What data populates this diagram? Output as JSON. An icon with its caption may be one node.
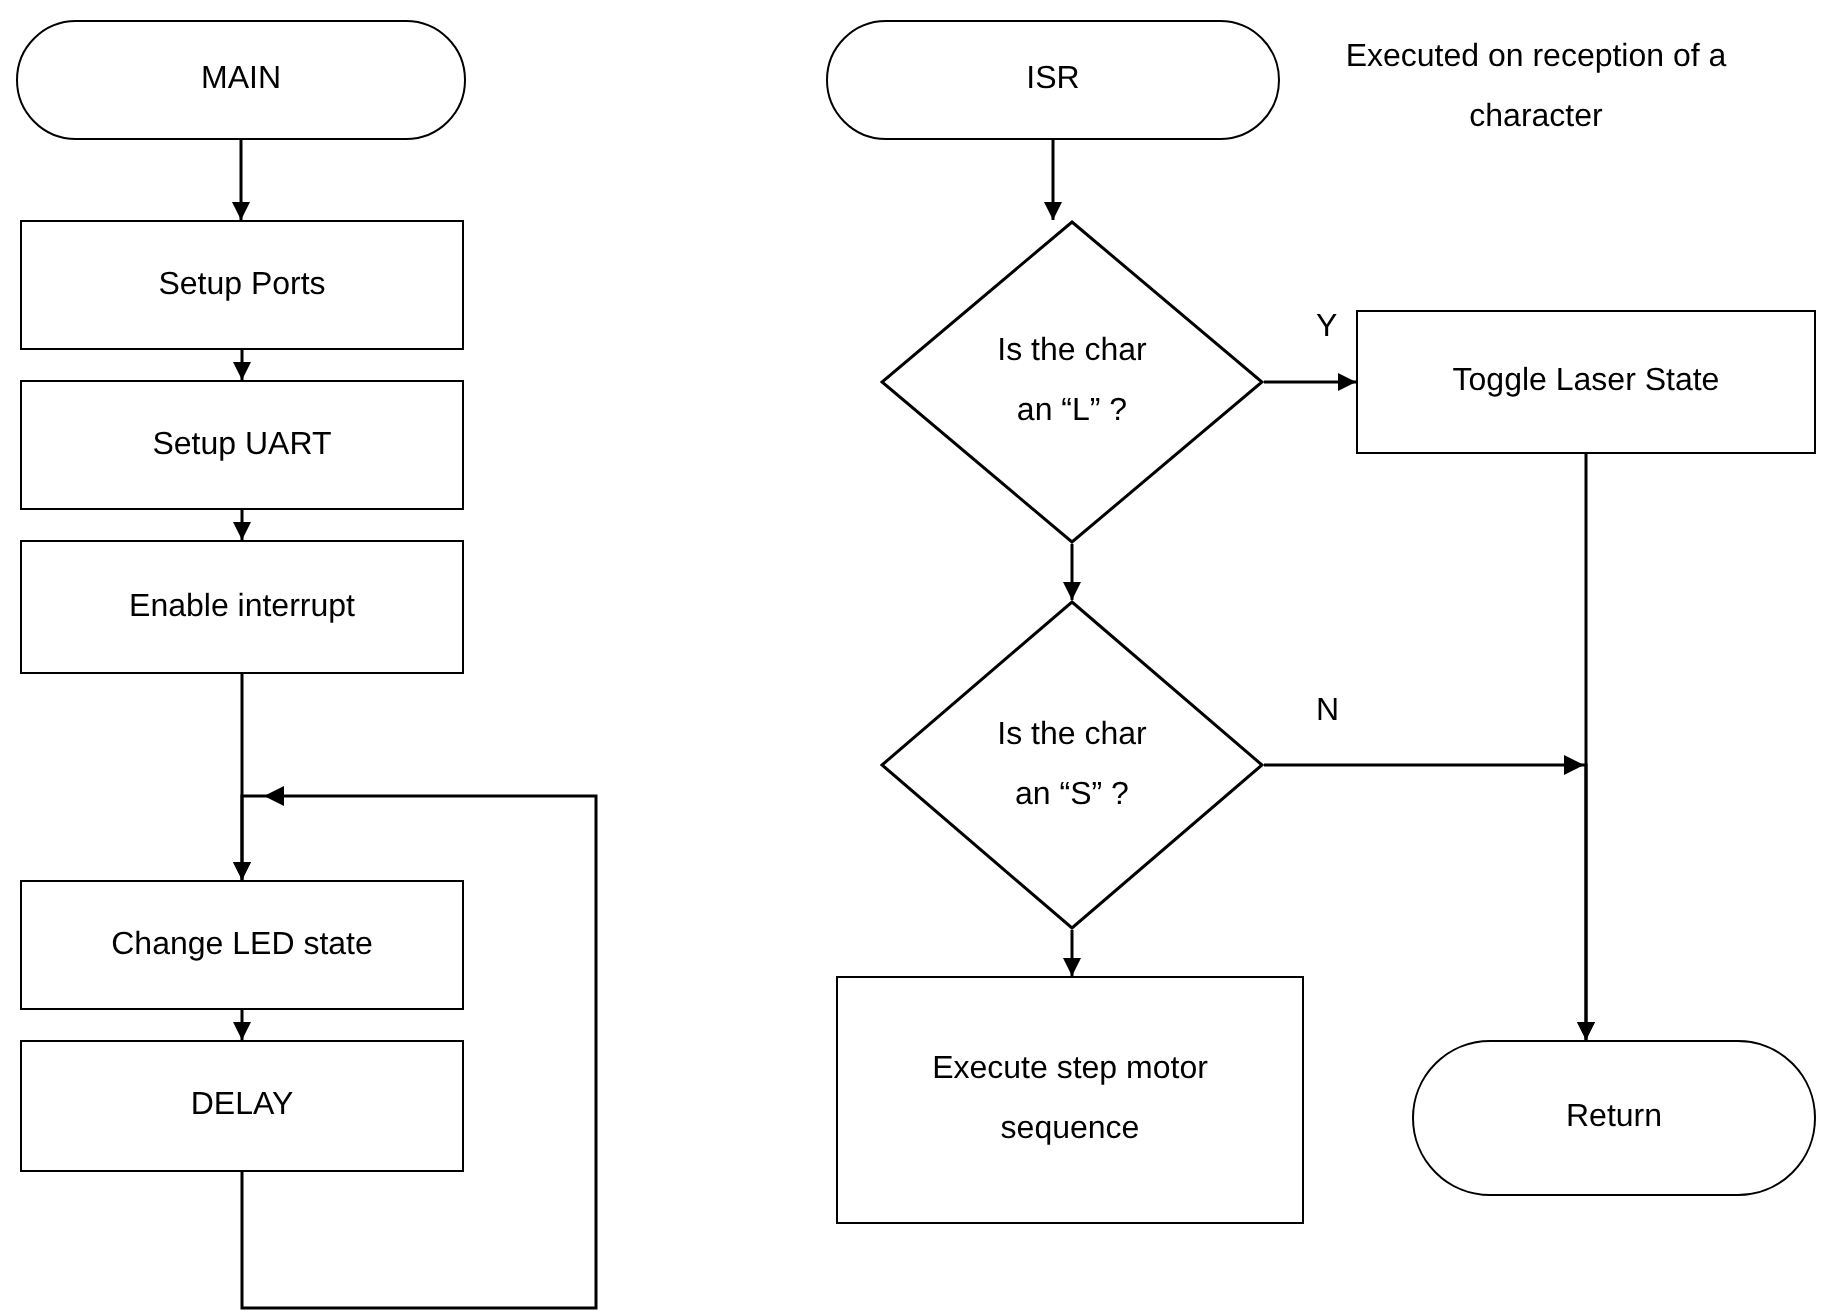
{
  "diagram": {
    "nodes": [
      {
        "text": [
          "MAIN"
        ]
      },
      {
        "text": [
          "Setup Ports"
        ]
      },
      {
        "text": [
          "Setup UART"
        ]
      },
      {
        "text": [
          "Enable interrupt"
        ]
      },
      {
        "text": [
          "Change LED state"
        ]
      },
      {
        "text": [
          "DELAY"
        ]
      },
      {
        "text": [
          "ISR"
        ],
        "beside": [
          "Executed on reception of a character"
        ]
      },
      {
        "text": [
          "Is the char an “L” ?"
        ]
      },
      {
        "text": [
          "Toggle Laser State"
        ]
      },
      {
        "text": [
          "Is the char an “S” ?"
        ]
      },
      {
        "text": [
          "Execute step motor sequence"
        ]
      },
      {
        "text": [
          "Return"
        ]
      }
    ],
    "edges": [
      {
        "from": 0,
        "to": 1,
        "arrow": "to"
      },
      {
        "from": 1,
        "to": 2,
        "arrow": "to"
      },
      {
        "from": 2,
        "to": 3,
        "arrow": "to"
      },
      {
        "from": 3,
        "to": 4,
        "arrow": "to"
      },
      {
        "from": 4,
        "to": 5,
        "arrow": "to"
      },
      {
        "from": 5,
        "to": 4,
        "arrow": "to"
      },
      {
        "from": 6,
        "to": 7,
        "arrow": "to"
      },
      {
        "from": 7,
        "to": 8,
        "arrow": "to",
        "label": "Y"
      },
      {
        "from": 7,
        "to": 9,
        "arrow": "to"
      },
      {
        "from": 9,
        "to": 10,
        "arrow": "to"
      },
      {
        "from": 9,
        "to": 11,
        "arrow": "to",
        "label": "N"
      },
      {
        "from": 8,
        "to": 11,
        "arrow": "to"
      }
    ]
  }
}
